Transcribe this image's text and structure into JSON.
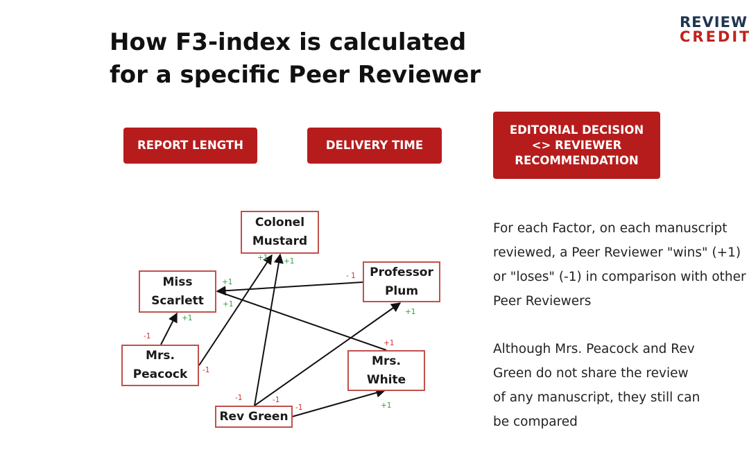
{
  "title": {
    "line1": "How F3-index is calculated",
    "line2": "for a specific Peer Reviewer"
  },
  "logo": {
    "line1": "REVIEW",
    "line2": "CREDIT"
  },
  "factors": {
    "report_length": "REPORT LENGTH",
    "delivery_time": "DELIVERY TIME",
    "editorial": "EDITORIAL DECISION\n<> REVIEWER\nRECOMMENDATION"
  },
  "nodes": {
    "mustard": "Colonel\nMustard",
    "scarlett": "Miss\nScarlett",
    "plum": "Professor\nPlum",
    "peacock": "Mrs.\nPeacock",
    "white": "Mrs.\nWhite",
    "green": "Rev Green"
  },
  "edge_labels": {
    "mustard_from_peacock": "+1",
    "mustard_from_green": "+1",
    "scarlett_from_plum": "+1",
    "scarlett_from_white": "+1",
    "scarlett_from_peacock": "+1",
    "plum_loss": "- 1",
    "plum_from_green": "+1",
    "peacock_to_scarlett": "-1",
    "peacock_to_mustard": "-1",
    "white_to_scarlett": "+1",
    "white_from_green": "+1",
    "green_to_plum": "-1",
    "green_to_mustard": "-1",
    "green_to_white": "-1"
  },
  "text": {
    "para1": [
      "For each Factor, on each manuscript",
      "reviewed, a Peer Reviewer \"wins\" (+1)",
      "or \"loses\" (-1) in comparison with other",
      "Peer Reviewers"
    ],
    "para2": [
      "Although Mrs. Peacock and Rev",
      "Green do not share the review",
      "of any manuscript, they still can",
      "be compared"
    ]
  }
}
